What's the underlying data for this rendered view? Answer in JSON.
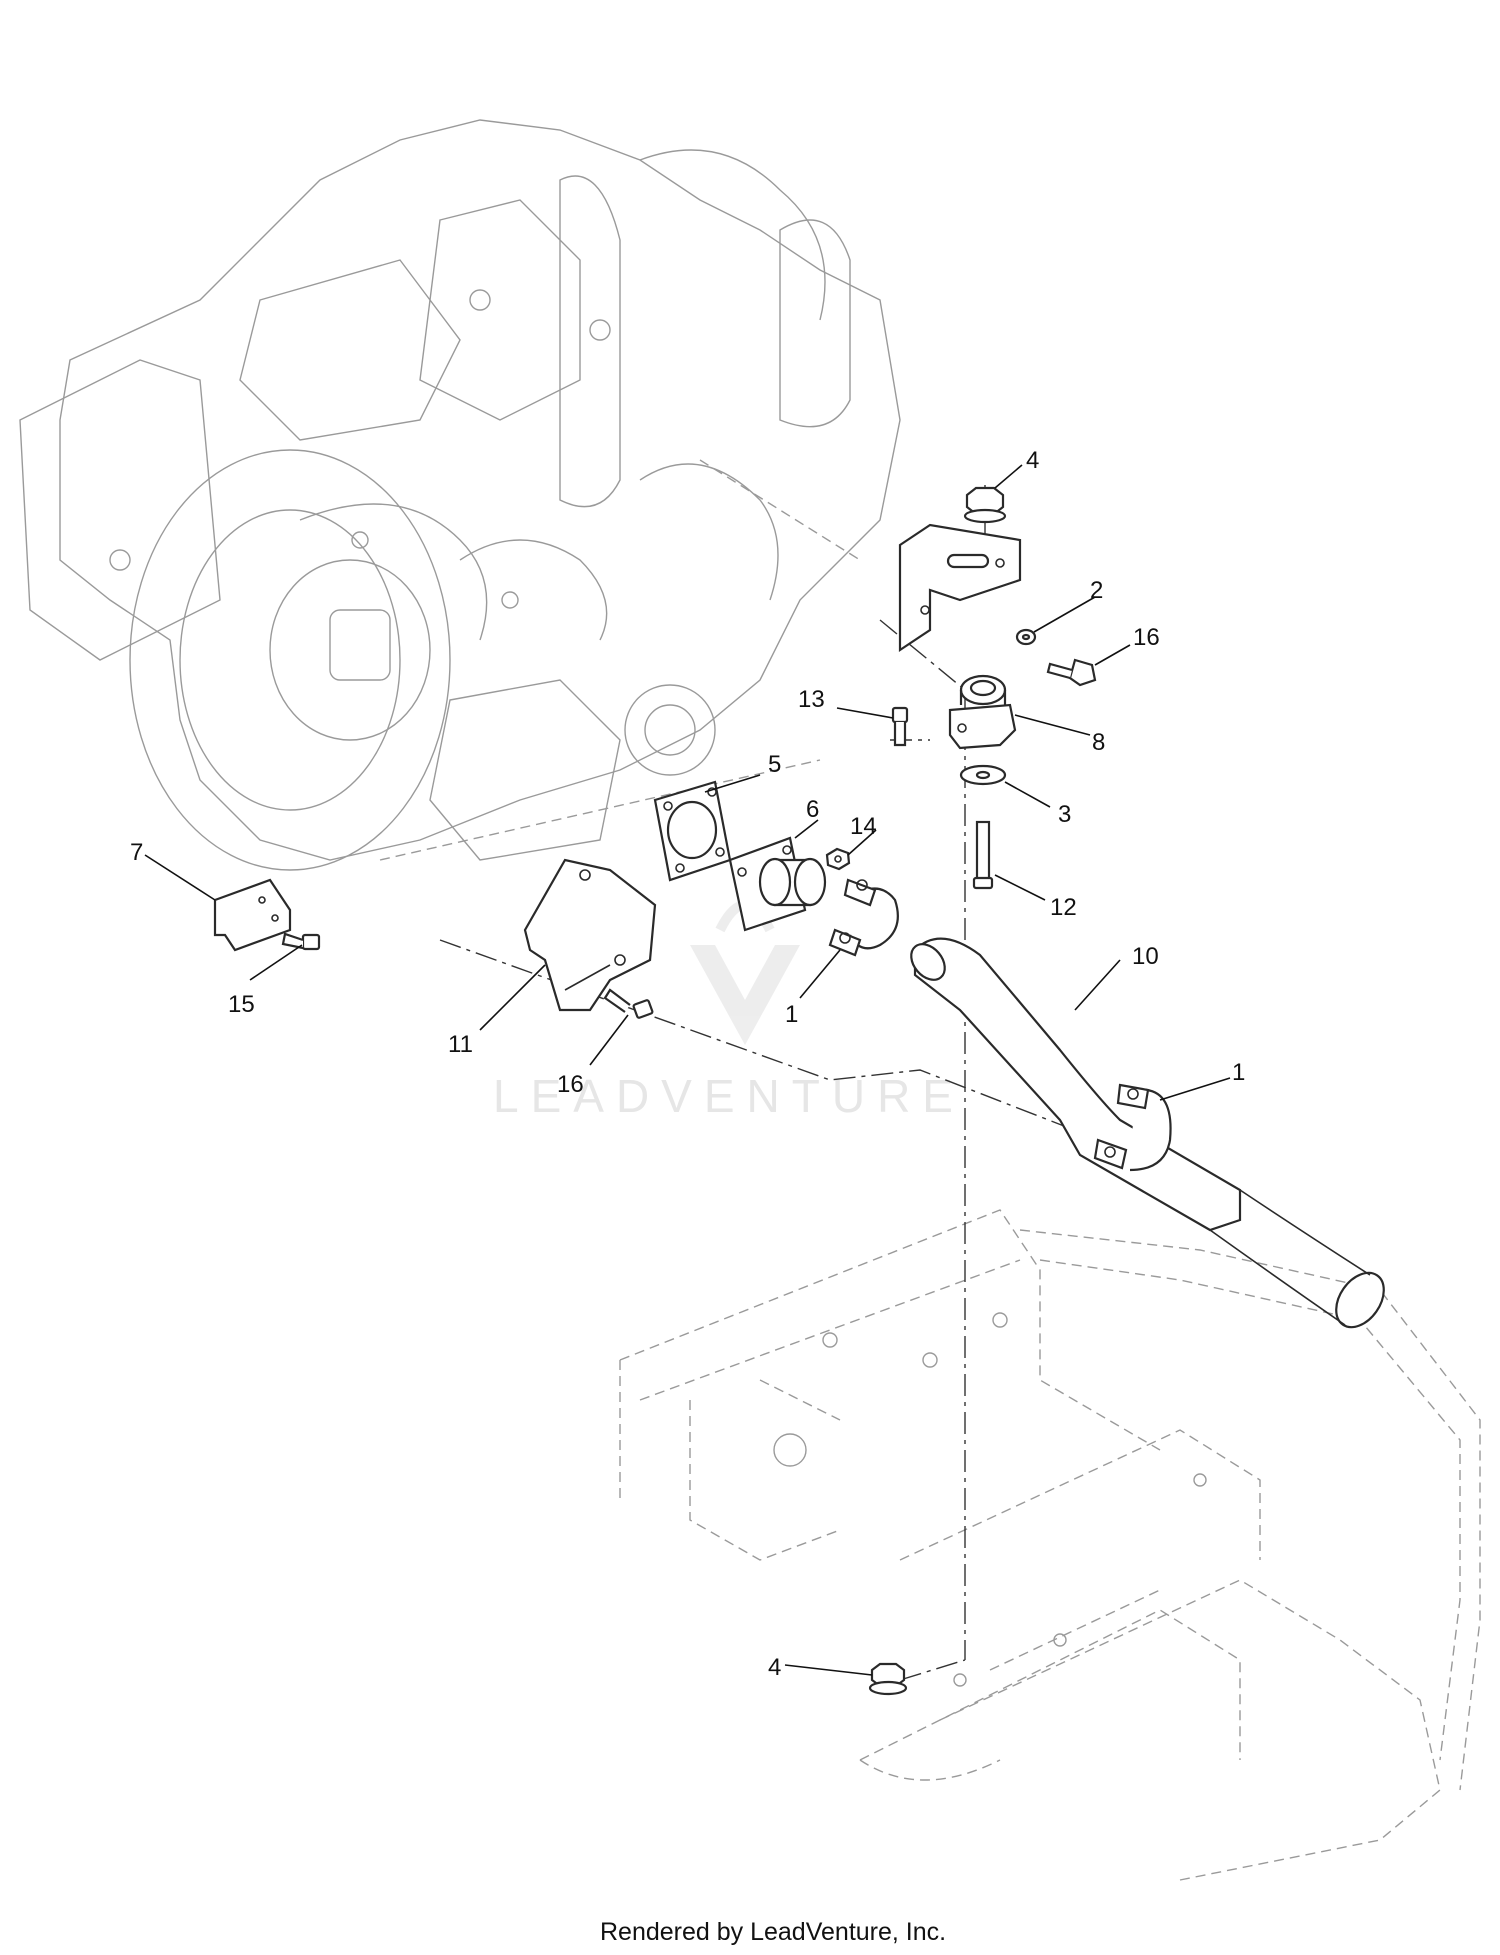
{
  "callouts": {
    "c1a": "1",
    "c1b": "1",
    "c2": "2",
    "c3": "3",
    "c4a": "4",
    "c4b": "4",
    "c5": "5",
    "c6": "6",
    "c7": "7",
    "c8": "8",
    "c10": "10",
    "c11": "11",
    "c12": "12",
    "c13": "13",
    "c14": "14",
    "c15": "15",
    "c16a": "16",
    "c16b": "16"
  },
  "watermark": "LEADVENTURE",
  "footer": "Rendered by LeadVenture, Inc."
}
